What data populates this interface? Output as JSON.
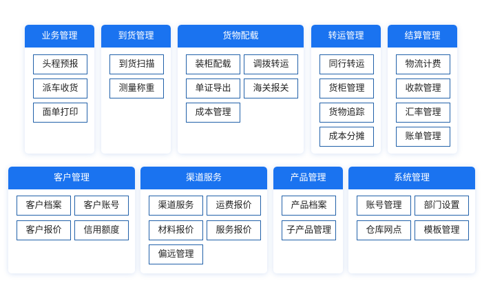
{
  "colors": {
    "header": "#1a73f0",
    "button_border": "#1f5fa8"
  },
  "modules": {
    "business": {
      "title": "业务管理",
      "items": [
        "头程预报",
        "派车收货",
        "面单打印"
      ]
    },
    "arrival": {
      "title": "到货管理",
      "items": [
        "到货扫描",
        "测量称重"
      ]
    },
    "cargo": {
      "title": "货物配载",
      "items": [
        "装柜配载",
        "调拨转运",
        "单证导出",
        "海关报关",
        "成本管理"
      ]
    },
    "transfer": {
      "title": "转运管理",
      "items": [
        "同行转运",
        "货柜管理",
        "货物追踪",
        "成本分摊"
      ]
    },
    "settlement": {
      "title": "结算管理",
      "items": [
        "物流计费",
        "收款管理",
        "汇率管理",
        "账单管理"
      ]
    },
    "customer": {
      "title": "客户管理",
      "items": [
        "客户档案",
        "客户账号",
        "客户报价",
        "信用额度"
      ]
    },
    "channel": {
      "title": "渠道服务",
      "items": [
        "渠道服务",
        "运费报价",
        "材料报价",
        "服务报价",
        "偏远管理"
      ]
    },
    "product": {
      "title": "产品管理",
      "items": [
        "产品档案",
        "子产品管理"
      ]
    },
    "system": {
      "title": "系统管理",
      "items": [
        "账号管理",
        "部门设置",
        "仓库网点",
        "模板管理"
      ]
    }
  }
}
